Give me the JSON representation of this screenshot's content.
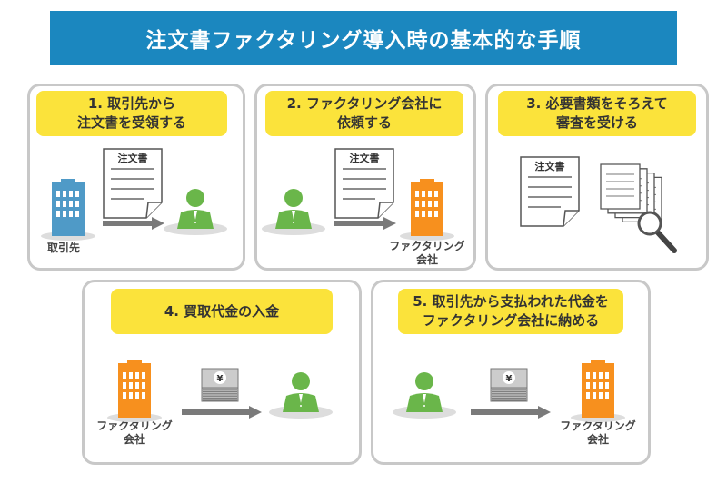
{
  "title": "注文書ファクタリング導入時の基本的な手順",
  "colors": {
    "title_bg": "#1b87bf",
    "label_bg": "#fbe33b",
    "client_building": "#4f9ac7",
    "factoring_building": "#f7901e",
    "person": "#6ab64a",
    "arrow": "#7a7a7a"
  },
  "steps": [
    {
      "label_line1": "1. 取引先から",
      "label_line2": "注文書を受領する",
      "doc_title": "注文書",
      "from_caption": "取引先"
    },
    {
      "label_line1": "2. ファクタリング会社に",
      "label_line2": "依頼する",
      "doc_title": "注文書",
      "to_caption_line1": "ファクタリング",
      "to_caption_line2": "会社"
    },
    {
      "label_line1": "3. 必要書類をそろえて",
      "label_line2": "審査を受ける",
      "doc_title": "注文書"
    },
    {
      "label_line1": "4. 買取代金の入金",
      "money_symbol": "¥",
      "from_caption_line1": "ファクタリング",
      "from_caption_line2": "会社"
    },
    {
      "label_line1": "5. 取引先から支払われた代金を",
      "label_line2": "ファクタリング会社に納める",
      "money_symbol": "¥",
      "to_caption_line1": "ファクタリング",
      "to_caption_line2": "会社"
    }
  ]
}
